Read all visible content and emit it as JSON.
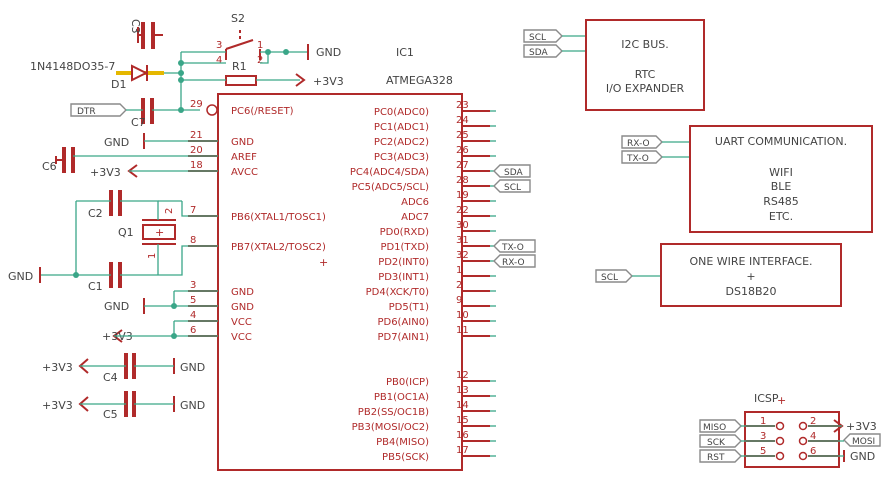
{
  "ic": {
    "ref": "IC1",
    "part": "ATMEGA328"
  },
  "left_pins": [
    {
      "num": "29",
      "name": "PC6(/RESET)"
    },
    {
      "num": "21",
      "name": "GND"
    },
    {
      "num": "20",
      "name": "AREF"
    },
    {
      "num": "18",
      "name": "AVCC"
    },
    {
      "num": "7",
      "name": "PB6(XTAL1/TOSC1)"
    },
    {
      "num": "8",
      "name": "PB7(XTAL2/TOSC2)"
    },
    {
      "num": "3",
      "name": "GND"
    },
    {
      "num": "5",
      "name": "GND"
    },
    {
      "num": "4",
      "name": "VCC"
    },
    {
      "num": "6",
      "name": "VCC"
    }
  ],
  "right_pins": [
    {
      "num": "23",
      "name": "PC0(ADC0)"
    },
    {
      "num": "24",
      "name": "PC1(ADC1)"
    },
    {
      "num": "25",
      "name": "PC2(ADC2)"
    },
    {
      "num": "26",
      "name": "PC3(ADC3)"
    },
    {
      "num": "27",
      "name": "PC4(ADC4/SDA)"
    },
    {
      "num": "28",
      "name": "PC5(ADC5/SCL)"
    },
    {
      "num": "19",
      "name": "ADC6"
    },
    {
      "num": "22",
      "name": "ADC7"
    },
    {
      "num": "30",
      "name": "PD0(RXD)"
    },
    {
      "num": "31",
      "name": "PD1(TXD)"
    },
    {
      "num": "32",
      "name": "PD2(INT0)"
    },
    {
      "num": "1",
      "name": "PD3(INT1)"
    },
    {
      "num": "2",
      "name": "PD4(XCK/T0)"
    },
    {
      "num": "9",
      "name": "PD5(T1)"
    },
    {
      "num": "10",
      "name": "PD6(AIN0)"
    },
    {
      "num": "11",
      "name": "PD7(AIN1)"
    },
    {
      "num": "12",
      "name": "PB0(ICP)"
    },
    {
      "num": "13",
      "name": "PB1(OC1A)"
    },
    {
      "num": "14",
      "name": "PB2(SS/OC1B)"
    },
    {
      "num": "15",
      "name": "PB3(MOSI/OC2)"
    },
    {
      "num": "16",
      "name": "PB4(MISO)"
    },
    {
      "num": "17",
      "name": "PB5(SCK)"
    }
  ],
  "nets": {
    "gnd": "GND",
    "vcc": "+3V3",
    "dtr": "DTR",
    "sda": "SDA",
    "scl": "SCL",
    "rxo": "RX-O",
    "txo": "TX-O",
    "miso": "MISO",
    "mosi": "MOSI",
    "sck": "SCK",
    "rst": "RST"
  },
  "parts": {
    "s2": "S2",
    "r1": "R1",
    "c3": "C3",
    "d1": "D1",
    "d1_part": "1N4148DO35-7",
    "c7": "C7",
    "c6": "C6",
    "c2": "C2",
    "c1": "C1",
    "q1": "Q1",
    "c4": "C4",
    "c5": "C5",
    "icsp": "ICSP",
    "s2_pins": [
      "3",
      "4",
      "1",
      "2"
    ],
    "q1_pins": [
      "2",
      "1"
    ],
    "icsp_pins": [
      "1",
      "2",
      "3",
      "4",
      "5",
      "6"
    ]
  },
  "blocks": {
    "i2c": [
      "I2C BUS.",
      "RTC",
      "I/O EXPANDER"
    ],
    "uart": [
      "UART COMMUNICATION.",
      "WIFI",
      "BLE",
      "RS485",
      "ETC."
    ],
    "onewire": [
      "ONE WIRE INTERFACE.",
      "+",
      "DS18B20"
    ]
  },
  "colors": {
    "symbol": "#b02a2a",
    "wire": "#3aa688",
    "label": "#8a8a8a"
  }
}
